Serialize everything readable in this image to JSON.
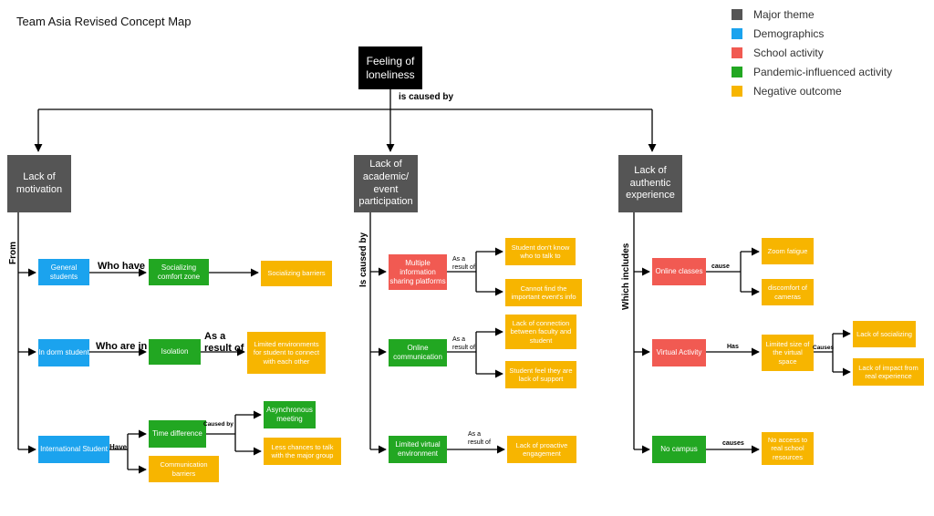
{
  "title": "Team Asia Revised Concept Map",
  "legend": [
    {
      "label": "Major theme",
      "color": "#555555"
    },
    {
      "label": "Demographics",
      "color": "#1ba3ee"
    },
    {
      "label": "School activity",
      "color": "#f15a52"
    },
    {
      "label": "Pandemic-influenced activity",
      "color": "#22a722"
    },
    {
      "label": "Negative outcome",
      "color": "#f7b500"
    }
  ],
  "nodes": {
    "root": "Feeling of loneliness",
    "lack_motivation": "Lack of motivation",
    "lack_academic": "Lack of academic/ event participation",
    "lack_authentic": "Lack of authentic experience",
    "general_students": "General students",
    "socializing_comfort": "Socializing comfort zone",
    "socializing_barriers": "Socializing barriers",
    "in_dorm": "In dorm student",
    "isolation": "Isolation",
    "limited_env": "Limited environments for student to connect with each other",
    "international": "International Student",
    "time_diff": "Time difference",
    "comm_barriers": "Communication barriers",
    "async_meeting": "Asynchronous meeting",
    "less_chances": "Less chances to talk with the major group",
    "multi_info": "Multiple information sharing platforms",
    "dont_know": "Student don't know who to talk to",
    "cannot_find": "Cannot find the important event's info",
    "online_comm": "Online communication",
    "lack_connection": "Lack of connection between faculty and student",
    "lack_support": "Student feel they are lack of support",
    "limited_virtual": "Limited virtual environment",
    "lack_proactive": "Lack of proactive engagement",
    "online_classes": "Online classes",
    "zoom_fatigue": "Zoom fatigue",
    "discomfort": "discomfort of cameras",
    "virtual_activity": "Virtual Activity",
    "limited_size": "Limited size of the virtual space",
    "lack_socializing": "Lack of socializing",
    "lack_impact": "Lack of impact from real experience",
    "no_campus": "No campus",
    "no_access": "No access to real school resources"
  },
  "labels": {
    "is_caused_by_top": "is caused by",
    "from": "From",
    "is_caused_by_mid": "Is caused by",
    "which_includes": "Which includes",
    "who_have": "Who have",
    "who_are_in": "Who are in",
    "as_a_result_of_big": "As a result of",
    "have": "Have",
    "caused_by": "Caused by",
    "as_a_result_of_1": "As a result of",
    "as_a_result_of_2": "As a result of",
    "as_a_result_of_3": "As a result of",
    "cause": "cause",
    "has": "Has",
    "causes_cap": "Causes",
    "causes": "causes"
  }
}
